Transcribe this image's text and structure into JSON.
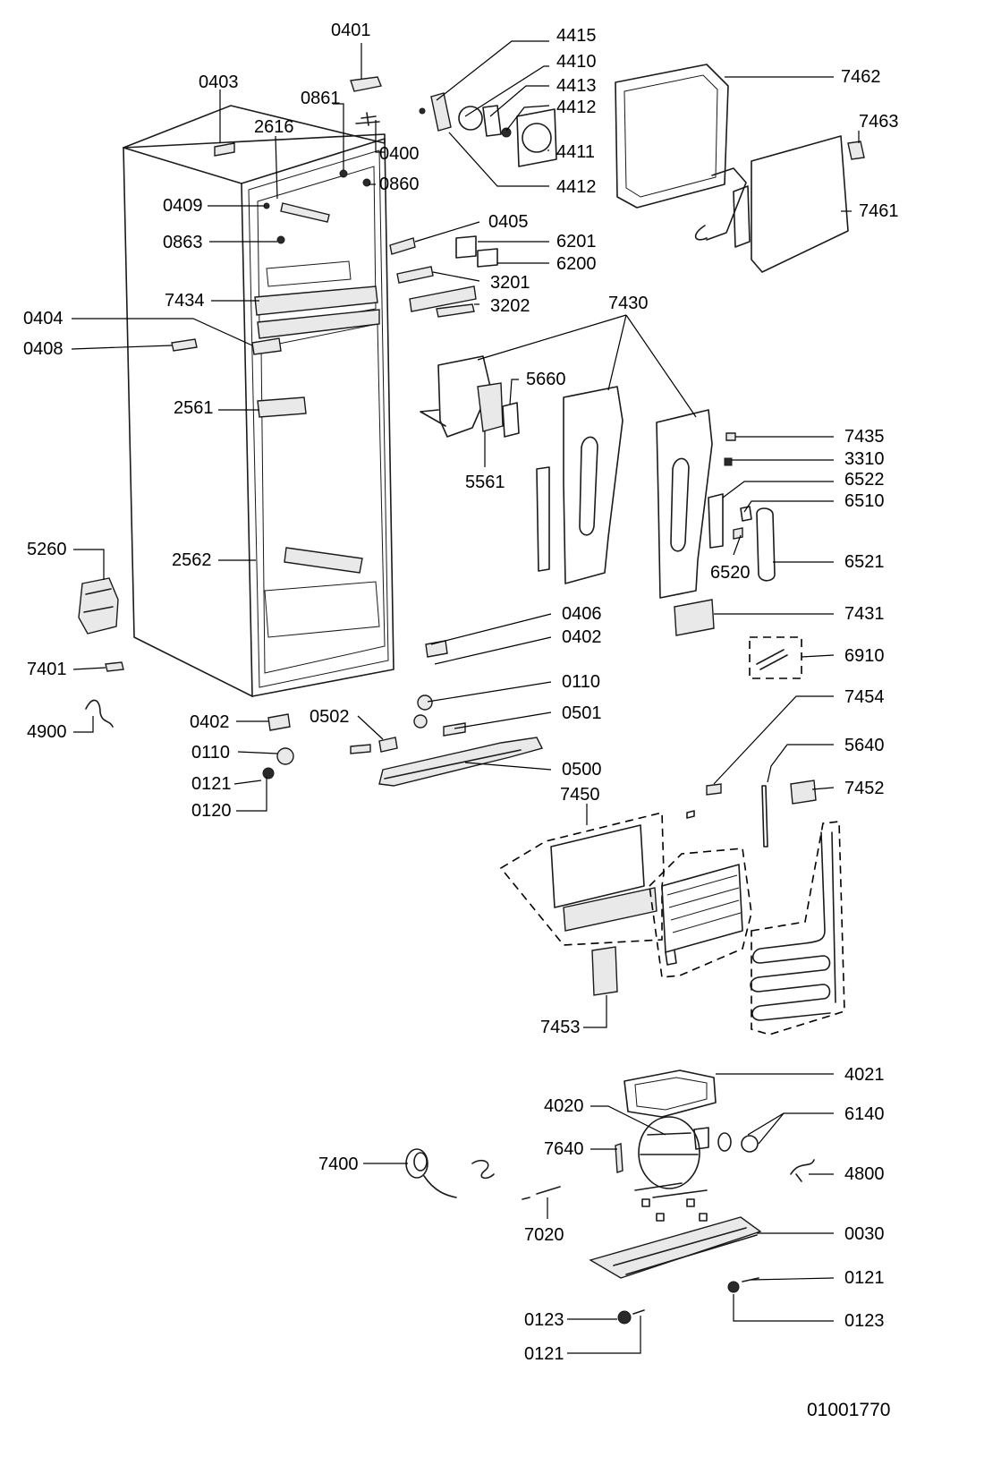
{
  "document_number": "01001770",
  "labels": {
    "l0401": "0401",
    "l4415": "4415",
    "l4410": "4410",
    "l4413": "4413",
    "l4412a": "4412",
    "l4411": "4411",
    "l4412b": "4412",
    "l7462": "7462",
    "l7463": "7463",
    "l7461": "7461",
    "l0403": "0403",
    "l0861": "0861",
    "l2616": "2616",
    "l0400": "0400",
    "l0860": "0860",
    "l0409": "0409",
    "l0863": "0863",
    "l0405": "0405",
    "l6201": "6201",
    "l6200": "6200",
    "l3201": "3201",
    "l3202": "3202",
    "l7434": "7434",
    "l0404": "0404",
    "l0408": "0408",
    "l7430": "7430",
    "l5660": "5660",
    "l2561": "2561",
    "l5561": "5561",
    "l7435": "7435",
    "l3310": "3310",
    "l6522": "6522",
    "l6510": "6510",
    "l5260": "5260",
    "l2562": "2562",
    "l6520": "6520",
    "l6521": "6521",
    "l0406": "0406",
    "l7431": "7431",
    "l0402a": "0402",
    "l6910": "6910",
    "l7401": "7401",
    "l0110a": "0110",
    "l4900": "4900",
    "l0402b": "0402",
    "l0502": "0502",
    "l0501": "0501",
    "l7454": "7454",
    "l0110b": "0110",
    "l0500": "0500",
    "l5640": "5640",
    "l0121a": "0121",
    "l7452": "7452",
    "l0120": "0120",
    "l7450": "7450",
    "l7453": "7453",
    "l4021": "4021",
    "l4020": "4020",
    "l6140": "6140",
    "l7640": "7640",
    "l7400": "7400",
    "l4800": "4800",
    "l0030": "0030",
    "l7020": "7020",
    "l0121b": "0121",
    "l0123a": "0123",
    "l0123b": "0123",
    "l0121c": "0121"
  }
}
